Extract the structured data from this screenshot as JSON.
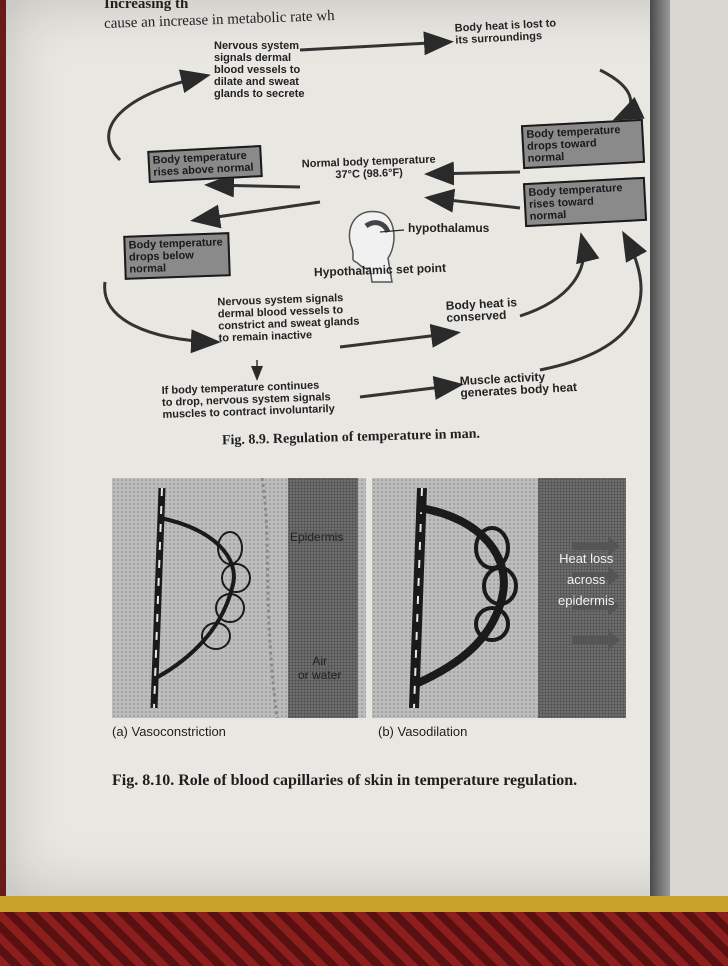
{
  "header": {
    "line1": "Increasing th",
    "line2": "cause an increase in metabolic rate wh"
  },
  "fig1": {
    "nervous_dilate": [
      "Nervous system",
      "signals dermal",
      "blood vessels to",
      "dilate and sweat",
      "glands to secrete"
    ],
    "heat_lost": [
      "Body heat is lost to",
      "its surroundings"
    ],
    "box_above_normal": [
      "Body temperature",
      "rises above normal"
    ],
    "box_drops_toward": [
      "Body temperature",
      "drops toward",
      "normal"
    ],
    "normal_temp": [
      "Normal body temperature",
      "37°C (98.6°F)"
    ],
    "box_rises_toward": [
      "Body temperature",
      "rises toward",
      "normal"
    ],
    "box_drops_below": [
      "Body temperature",
      "drops below",
      "normal"
    ],
    "hypothalamus": "hypothalamus",
    "set_point": "Hypothalamic set point",
    "nervous_constrict": [
      "Nervous system signals",
      "dermal blood vessels to",
      "constrict and sweat glands",
      "to remain inactive"
    ],
    "heat_conserved": [
      "Body heat is",
      "conserved"
    ],
    "continues_drop": [
      "If body temperature continues",
      "to drop, nervous system signals",
      "muscles to contract involuntarily"
    ],
    "muscle_activity": [
      "Muscle activity",
      "generates body heat"
    ],
    "caption": "Fig. 8.9. Regulation of temperature in man."
  },
  "fig2": {
    "epidermis": "Epidermis",
    "air_water": [
      "Air",
      "or water"
    ],
    "heat_loss": [
      "Heat loss",
      "across",
      "epidermis"
    ],
    "label_a": "(a) Vasoconstriction",
    "label_b": "(b) Vasodilation",
    "caption": "Fig. 8.10. Role of blood capillaries of skin in temperature regulation."
  }
}
